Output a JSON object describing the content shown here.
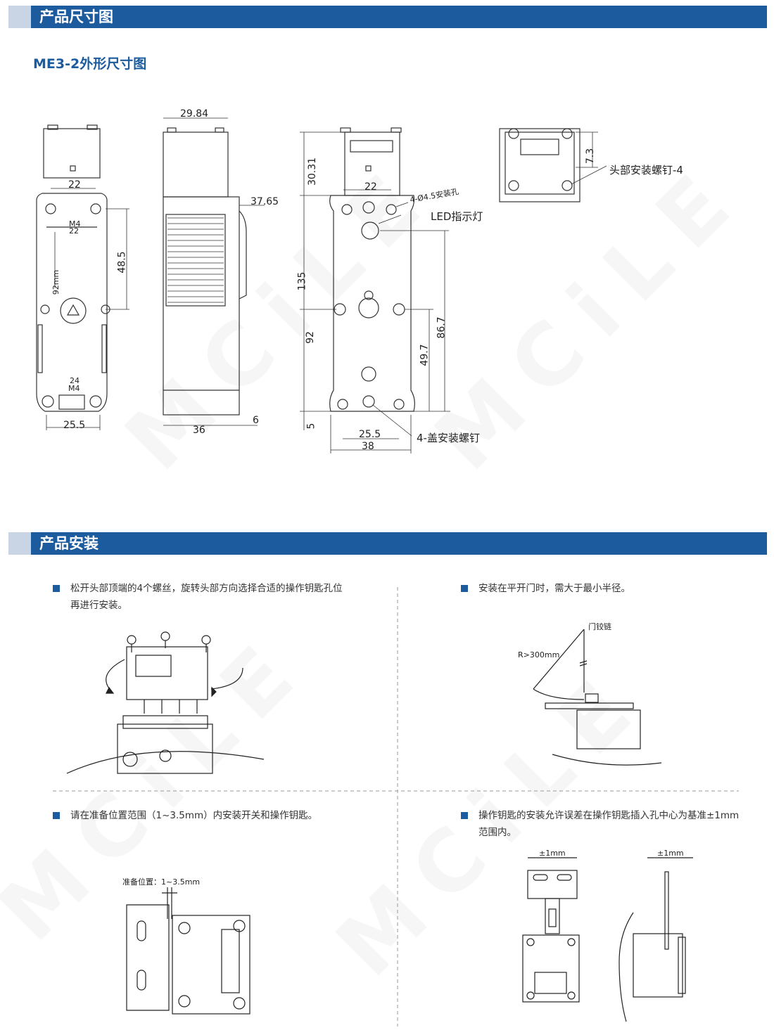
{
  "sections": {
    "dimensions_title": "产品尺寸图",
    "install_title": "产品安装"
  },
  "drawing": {
    "subtitle": "ME3-2外形尺寸图",
    "view1": {
      "dim_top": "22",
      "m4_top": "M4",
      "dim_22b": "22",
      "dim_92mm": "92mm",
      "dim_48_5": "48.5",
      "dim_24": "24",
      "m4_bottom": "M4",
      "dim_25_5": "25.5"
    },
    "view2": {
      "dim_29_84": "29.84",
      "dim_37_65": "37.65",
      "dim_36": "36",
      "dim_6": "6"
    },
    "view3": {
      "dim_30_31": "30.31",
      "dim_22": "22",
      "mount_hole": "4-Ø4.5安装孔",
      "led": "LED指示灯",
      "dim_135": "135",
      "dim_92": "92",
      "dim_86_7": "86.7",
      "dim_49_7": "49.7",
      "dim_5": "5",
      "dim_25_5": "25.5",
      "dim_38": "38",
      "cover_screw": "4-盖安装螺钉"
    },
    "view4": {
      "dim_7_3": "7.3",
      "head_screw": "头部安装螺钉-4"
    }
  },
  "install": {
    "step1": "松开头部顶端的4个螺丝，旋转头部方向选择合适的操作钥匙孔位再进行安装。",
    "step2": "安装在平开门时，需大于最小半径。",
    "step2_hinge": "门铰链",
    "step2_radius": "R>300mm",
    "step3": "请在准备位置范围（1~3.5mm）内安装开关和操作钥匙。",
    "step3_label": "准备位置：1~3.5mm",
    "step4": "操作钥匙的安装允许误差在操作钥匙插入孔中心为基准±1mm范围内。",
    "step4_tol_a": "±1mm",
    "step4_tol_b": "±1mm"
  },
  "watermark": "MCiLE",
  "colors": {
    "header_bar": "#1c5b9e",
    "header_tab": "#c9d5e4",
    "subtitle": "#1c5b9e"
  }
}
